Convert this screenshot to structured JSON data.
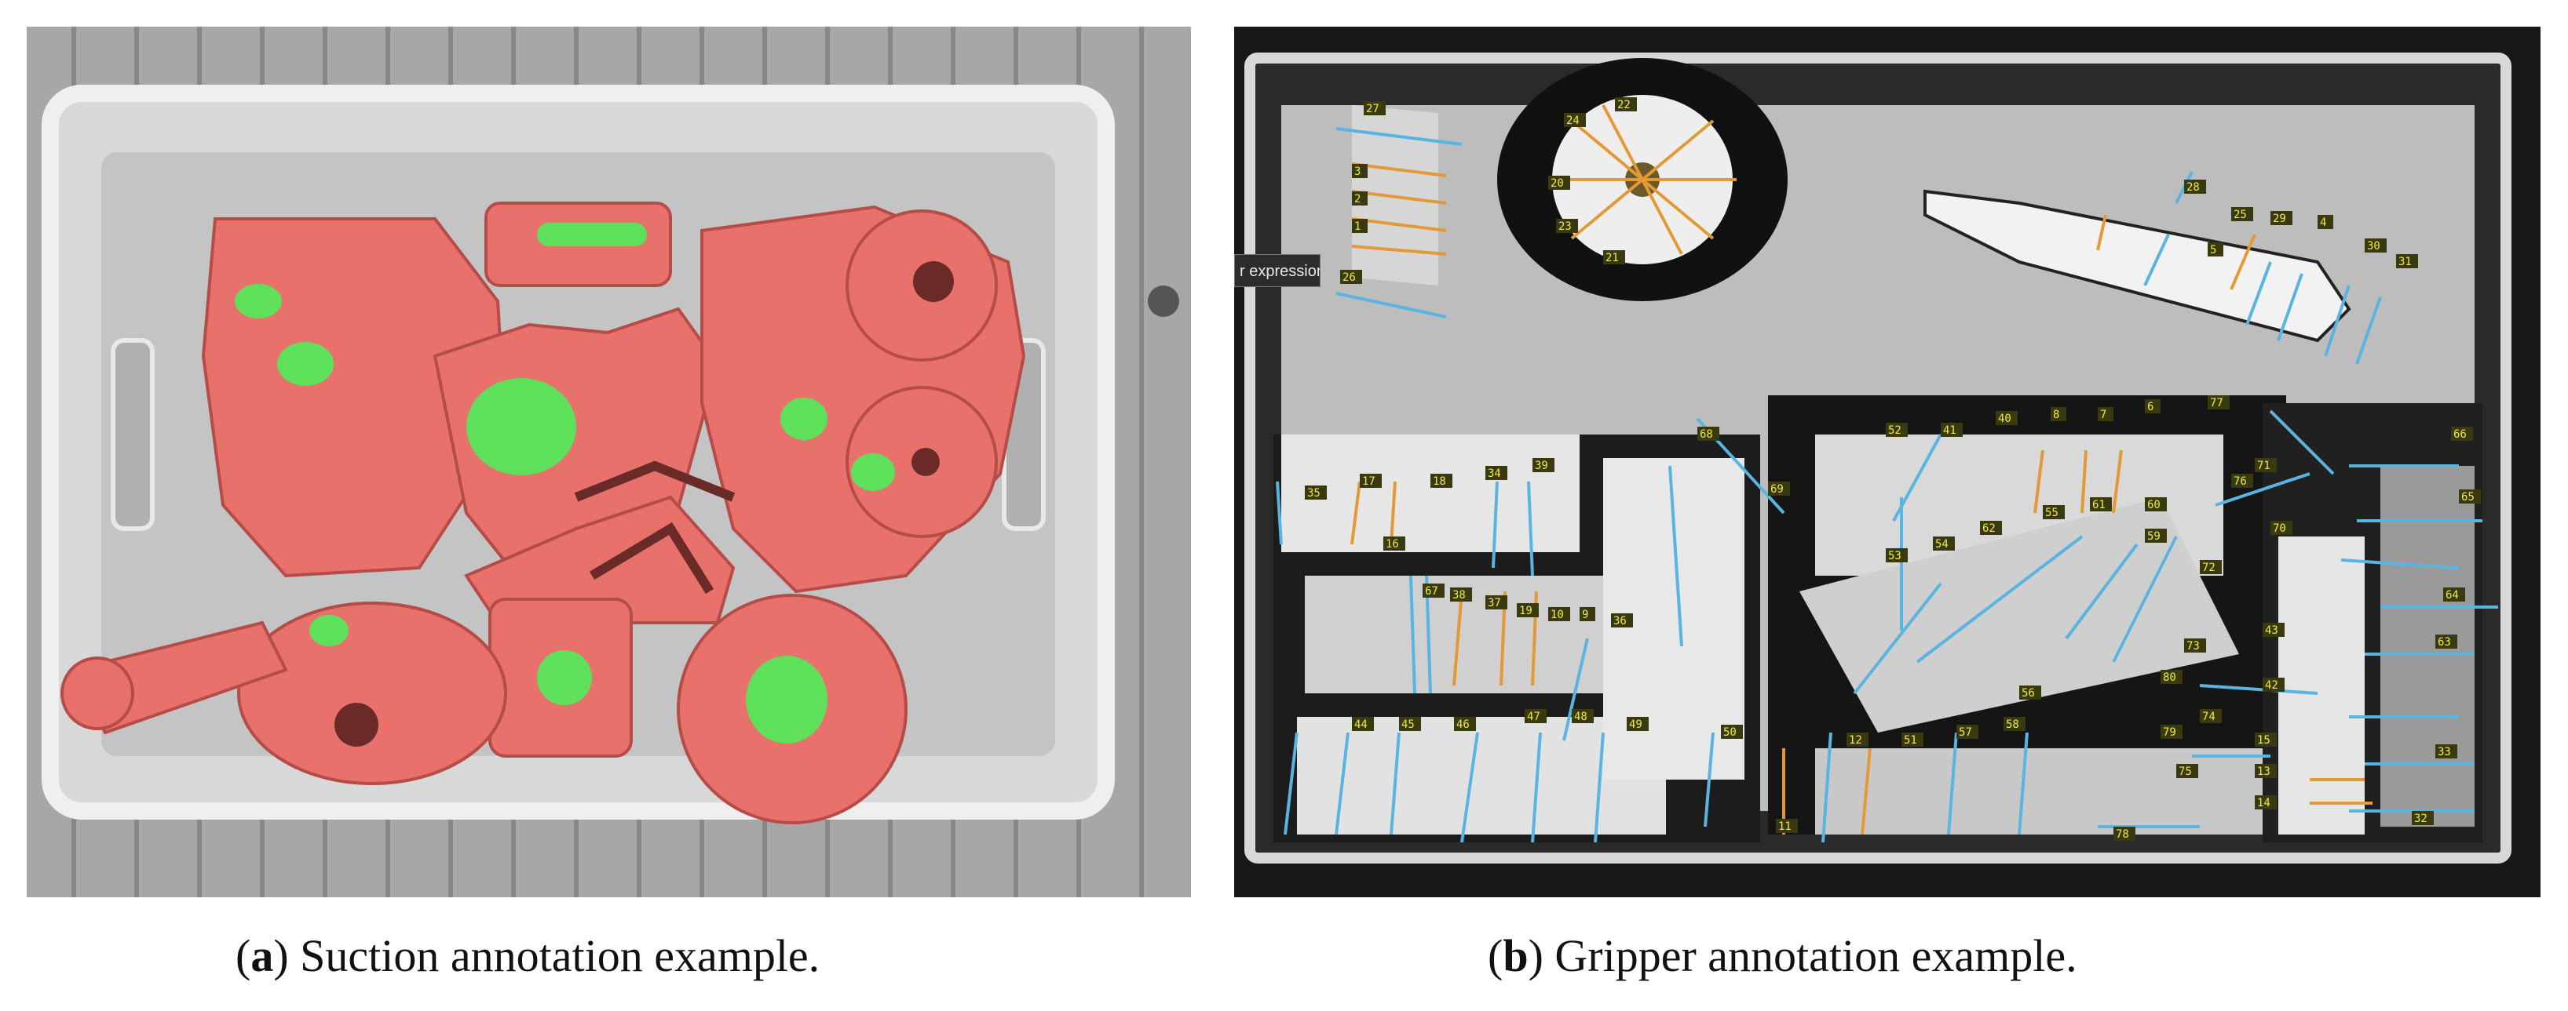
{
  "figure": {
    "caption_a": {
      "letter": "a",
      "text": " Suction annotation example."
    },
    "caption_b": {
      "letter": "b",
      "text": " Gripper annotation example."
    },
    "overlay_text": "r expression",
    "colors": {
      "object_mask": "#e8716c",
      "suction_point": "#5fe05a",
      "grasp_line_blue": "#5ab4e0",
      "grasp_line_orange": "#e39a35",
      "label_box": "#3a3a10",
      "label_text": "#f2e84a"
    },
    "grasp_labels": [
      "1",
      "2",
      "3",
      "4",
      "5",
      "6",
      "7",
      "8",
      "9",
      "10",
      "11",
      "12",
      "13",
      "14",
      "15",
      "16",
      "17",
      "18",
      "19",
      "20",
      "21",
      "22",
      "23",
      "24",
      "25",
      "26",
      "27",
      "28",
      "29",
      "30",
      "31",
      "32",
      "33",
      "34",
      "35",
      "36",
      "37",
      "38",
      "39",
      "40",
      "41",
      "42",
      "43",
      "44",
      "45",
      "46",
      "47",
      "48",
      "49",
      "50",
      "51",
      "52",
      "53",
      "54",
      "55",
      "56",
      "57",
      "58",
      "59",
      "60",
      "61",
      "62",
      "63",
      "64",
      "65",
      "66",
      "67",
      "68",
      "69",
      "70",
      "71",
      "72",
      "73",
      "74",
      "75",
      "76",
      "77",
      "78",
      "79",
      "80"
    ]
  }
}
